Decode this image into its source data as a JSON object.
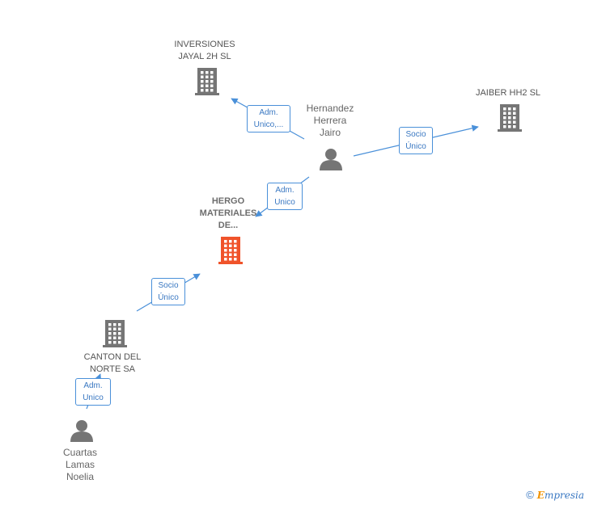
{
  "nodes": {
    "inversiones": {
      "label1": "INVERSIONES",
      "label2": "JAYAL 2H  SL",
      "color": "#757575"
    },
    "jaiber": {
      "label1": "JAIBER HH2 SL",
      "color": "#757575"
    },
    "hernandez": {
      "label1": "Hernandez",
      "label2": "Herrera",
      "label3": "Jairo",
      "color": "#757575"
    },
    "hergo": {
      "label1": "HERGO",
      "label2": "MATERIALES",
      "label3": "DE...",
      "color": "#f0532a"
    },
    "canton": {
      "label1": "CANTON DEL",
      "label2": "NORTE SA",
      "color": "#757575"
    },
    "cuartas": {
      "label1": "Cuartas",
      "label2": "Lamas",
      "label3": "Noelia",
      "color": "#757575"
    }
  },
  "edges": {
    "e1": {
      "line1": "Adm.",
      "line2": "Unico,..."
    },
    "e2": {
      "line1": "Socio",
      "line2": "Único"
    },
    "e3": {
      "line1": "Adm.",
      "line2": "Unico"
    },
    "e4": {
      "line1": "Socio",
      "line2": "Único"
    },
    "e5": {
      "line1": "Adm.",
      "line2": "Unico"
    }
  },
  "edge_color": "#4a90d9",
  "footer": {
    "copyright": "©",
    "brand_initial": "E",
    "brand_rest": "mpresia"
  }
}
